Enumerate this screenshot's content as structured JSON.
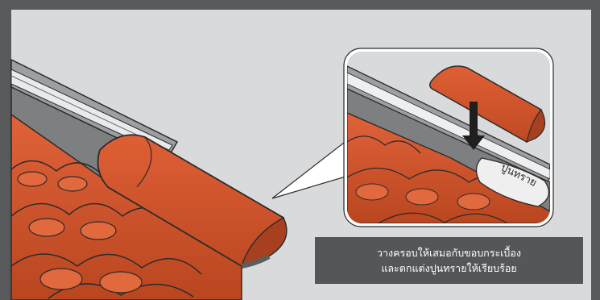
{
  "colors": {
    "frame": "#58595b",
    "panel": "#d9dadb",
    "tile": "#d0532e",
    "tile_shadow": "#a8401f",
    "mortar": "#7e7f81",
    "caption_bg": "#555658"
  },
  "callout": {
    "label_text": "ปูนทราย",
    "arrow_icon": "down-arrow-icon"
  },
  "caption": {
    "line1": "วางครอบให้เสมอกับขอบกระเบื้อง",
    "line2": "และตกแต่งปูนทรายให้เรียบร้อย"
  }
}
